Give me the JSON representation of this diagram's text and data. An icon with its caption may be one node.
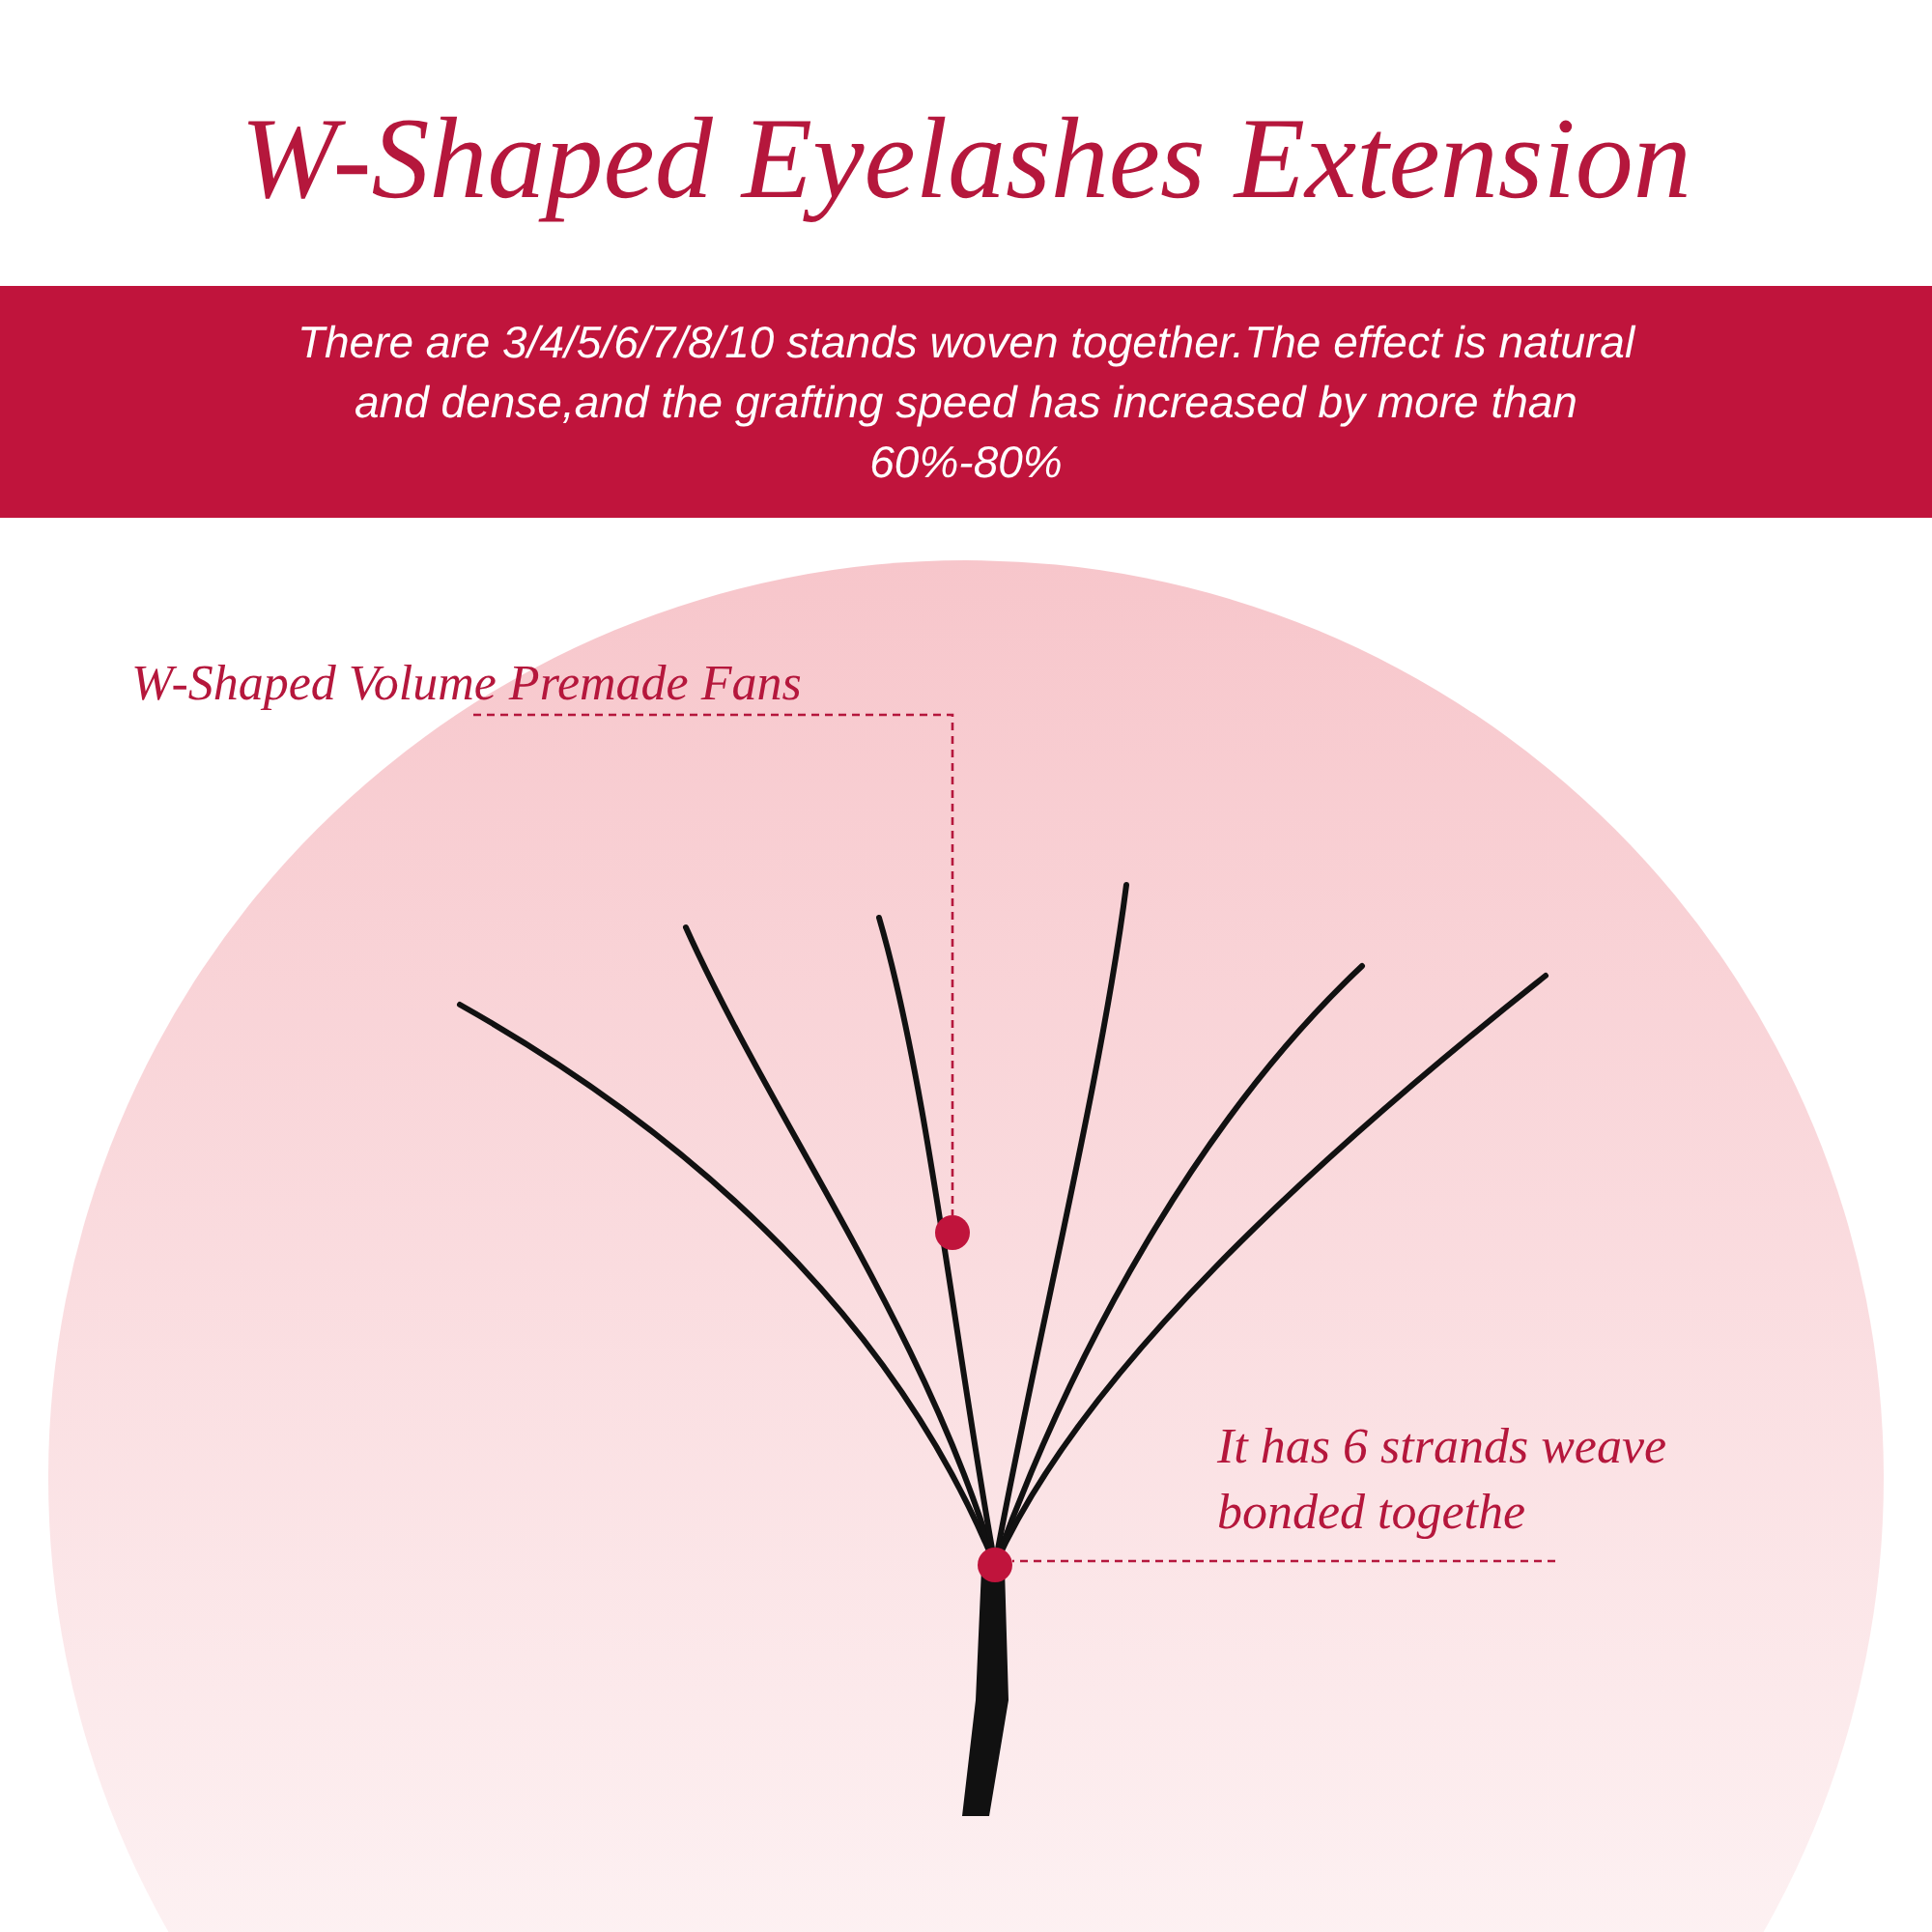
{
  "diagram": {
    "title": "W-Shaped Eyelashes Extension",
    "nodes": [
      {
        "text": [
          "There are 3/4/5/6/7/8/10 stands woven together.The effect is natural and dense,and the grafting speed has increased by more than 60%-80%"
        ]
      },
      {
        "text": [
          "W-Shaped Volume Premade Fans"
        ]
      },
      {
        "text": [],
        "shape": "circle"
      },
      {
        "text": [
          "It has 6 strands weave bonded togethe"
        ]
      },
      {
        "text": [],
        "shape": "circle"
      }
    ],
    "edges": [
      {
        "from": 1,
        "to": 2,
        "arrow": "none",
        "style": "dashed"
      },
      {
        "from": 3,
        "to": 4,
        "arrow": "none",
        "style": "dashed"
      }
    ]
  }
}
